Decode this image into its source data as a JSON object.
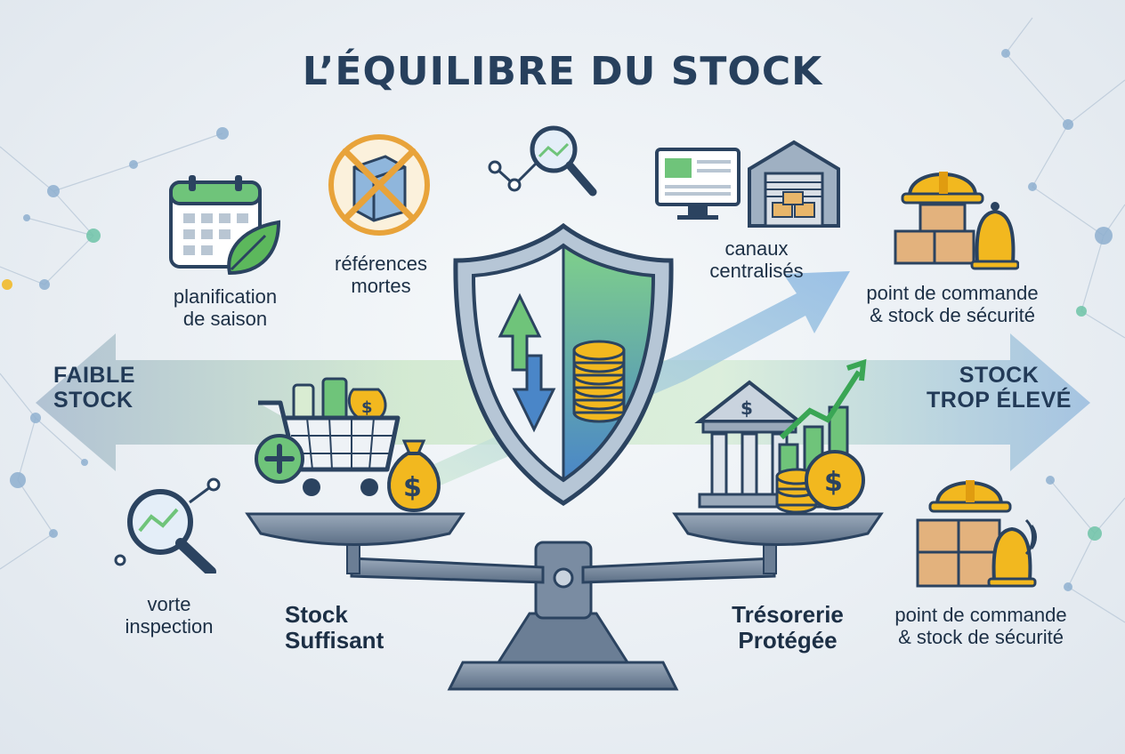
{
  "title": "L’ÉQUILIBRE DU STOCK",
  "arrows": {
    "left": [
      "FAIBLE",
      "STOCK"
    ],
    "right": [
      "STOCK",
      "TROP ÉLEVÉ"
    ]
  },
  "topics": {
    "planification": [
      "planification",
      "de saison"
    ],
    "references": [
      "références",
      "mortes"
    ],
    "canaux": [
      "canaux",
      "centralisés"
    ],
    "point_top": [
      "point de commande",
      "& stock de sécurité"
    ],
    "inspection": [
      "vorte",
      "inspection"
    ],
    "point_bottom": [
      "point de commande",
      "& stock de sécurité"
    ]
  },
  "balance": {
    "left": [
      "Stock",
      "Suffisant"
    ],
    "right": [
      "Trésorerie",
      "Protégée"
    ]
  },
  "colors": {
    "title": "#27405d",
    "green": "#6fc47a",
    "blue": "#4a86c8",
    "gold": "#f2b81f",
    "steel": "#5c6f86"
  },
  "icons": [
    "calendar-leaf-icon",
    "no-stock-icon",
    "magnifier-chart-icon",
    "computer-icon",
    "warehouse-icon",
    "hardhat-box-bell-icon",
    "cart-icon",
    "money-bag-icon",
    "plus-icon",
    "shield-icon",
    "coins-icon",
    "bank-icon",
    "growth-chart-icon",
    "scale-icon"
  ]
}
